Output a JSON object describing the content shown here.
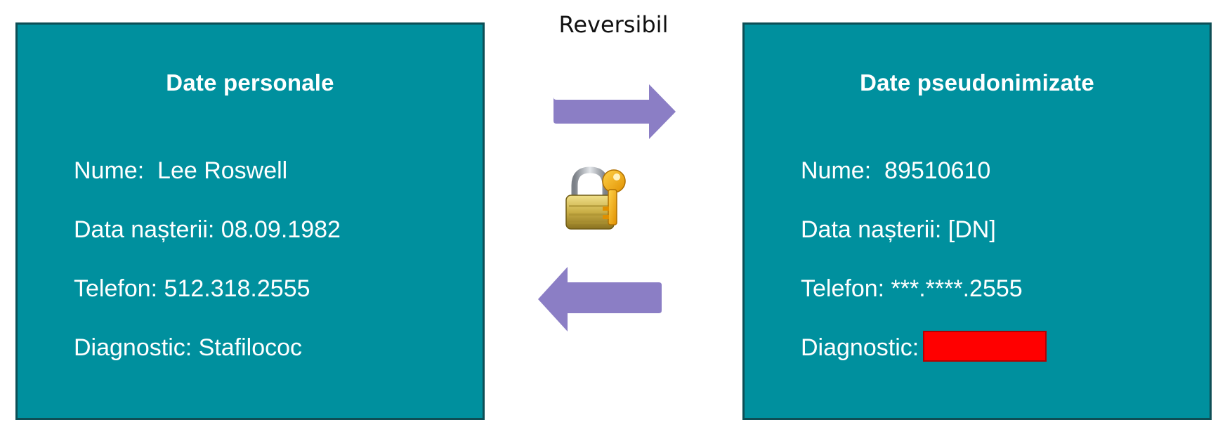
{
  "center": {
    "label": "Reversibil"
  },
  "left_panel": {
    "title": "Date personale",
    "fields": [
      "Nume:  Lee Roswell",
      "Data nașterii: 08.09.1982",
      "Telefon: 512.318.2555",
      "Diagnostic: Stafilococ"
    ]
  },
  "right_panel": {
    "title": "Date pseudonimizate",
    "fields": [
      "Nume:  89510610",
      "Data nașterii: [DN]",
      "Telefon: ***.****.2555",
      "Diagnostic:"
    ]
  },
  "colors": {
    "panel": "#00909e",
    "panel_border": "#0e4e55",
    "arrow": "#8b7ec5",
    "redaction": "#ff0000"
  },
  "icons": {
    "arrow_forward": "arrow-right-icon",
    "arrow_back": "arrow-left-icon",
    "lock_key": "lock-with-key-icon"
  }
}
